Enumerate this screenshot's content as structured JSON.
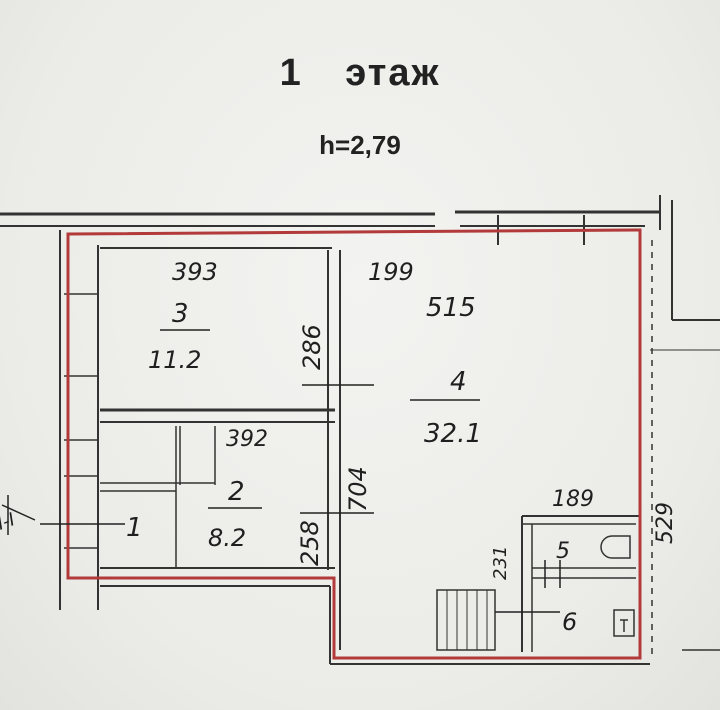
{
  "header": {
    "floor_title": "1 этаж",
    "ceiling_height": "h=2,79"
  },
  "colors": {
    "outline": "#b23a3a",
    "walls": "#333333",
    "paper": "#ecece8"
  },
  "rooms": [
    {
      "number": "1",
      "area": ""
    },
    {
      "number": "2",
      "area": "8.2"
    },
    {
      "number": "3",
      "area": "11.2"
    },
    {
      "number": "4",
      "area": "32.1"
    },
    {
      "number": "5",
      "area": ""
    },
    {
      "number": "6",
      "area": ""
    }
  ],
  "dimensions": {
    "room3_width": "393",
    "room3_depth": "286",
    "room2_width": "392",
    "room2_depth": "258",
    "room4_top_left": "199",
    "room4_top_right": "515",
    "room4_depth": "704",
    "room4_side": "529",
    "bathroom_width": "189",
    "bathroom_depth": "231"
  },
  "marks": {
    "section_marker": "I-I"
  }
}
